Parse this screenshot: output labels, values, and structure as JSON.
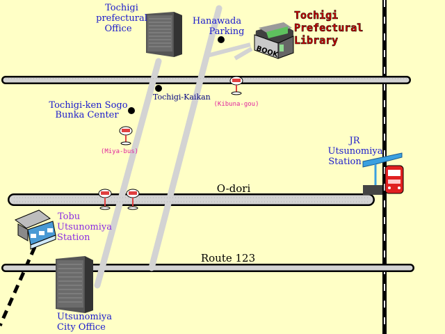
{
  "map": {
    "roads": {
      "o_dori": "O-dori",
      "route_123": "Route 123"
    },
    "places": {
      "pref_office": [
        "Tochigi",
        "prefectural",
        "Office"
      ],
      "hanawada_parking": [
        "Hanawada",
        "Parking"
      ],
      "library": [
        "Tochigi",
        "Prefectural",
        "Library"
      ],
      "book_sign": "BOOK",
      "tochigi_kaikan": "Tochigi-Kaikan",
      "bunka_center": [
        "Tochigi-ken Sogo",
        "Bunka Center"
      ],
      "jr_station": [
        "JR",
        "Utsunomiya",
        "Station"
      ],
      "tobu_station": [
        "Tobu",
        "Utsunomiya",
        "Station"
      ],
      "city_office": [
        "Utsunomiya",
        "City Office"
      ]
    },
    "bus_stops": {
      "kibuna": "(Kibuna-gou)",
      "miya": "(Miya-bus)"
    },
    "colors": {
      "background": "#ffffc6",
      "road_fill": "#d3d3d3",
      "road_edge": "#000000",
      "label_blue": "#1a1acc",
      "label_purple": "#8a2be2",
      "library_title": "#e00000",
      "bus_stop_pink": "#e0249c"
    }
  }
}
